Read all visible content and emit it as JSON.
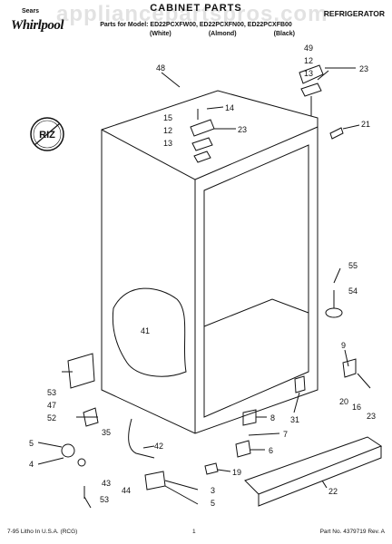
{
  "header": {
    "brand": "Whirlpool",
    "brand_mark": "Sears",
    "title": "CABINET PARTS",
    "category": "REFRIGERATOR",
    "models": "Parts for Model: ED22PCXFW00, ED22PCXFN00, ED22PCXFB00",
    "colors": [
      "(White)",
      "(Almond)",
      "(Black)"
    ],
    "watermark": "appliancepartspros.com"
  },
  "diagram": {
    "badge_text": "RIZ",
    "callouts": [
      "48",
      "49",
      "12",
      "13",
      "23",
      "14",
      "15",
      "12",
      "13",
      "23",
      "21",
      "41",
      "55",
      "54",
      "9",
      "53",
      "47",
      "20",
      "16",
      "23",
      "52",
      "31",
      "8",
      "7",
      "6",
      "35",
      "42",
      "5",
      "4",
      "43",
      "19",
      "44",
      "53",
      "3",
      "5",
      "22"
    ]
  },
  "footer": {
    "litho": "7-95 Litho In U.S.A. (RCG)",
    "page": "1",
    "part_no": "Part No. 4379719 Rev. A"
  }
}
